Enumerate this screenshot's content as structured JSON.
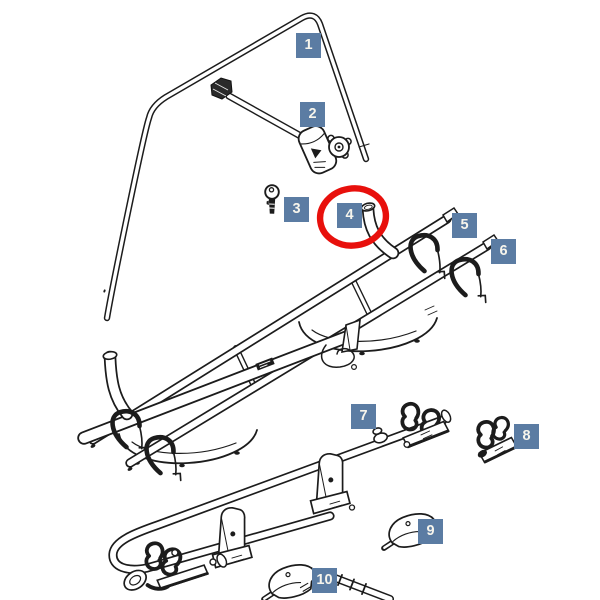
{
  "diagram": {
    "background_color": "#ffffff",
    "line_color": "#1c1c1c",
    "callout_bg_color": "#5b7ca3",
    "callout_text_color": "#f7f5ec",
    "highlight": {
      "part_number": "4",
      "shape": "ellipse",
      "color": "#e8100c"
    }
  },
  "labels": [
    {
      "number": "1"
    },
    {
      "number": "2"
    },
    {
      "number": "3"
    },
    {
      "number": "4"
    },
    {
      "number": "5"
    },
    {
      "number": "6"
    },
    {
      "number": "7"
    },
    {
      "number": "8"
    },
    {
      "number": "9"
    },
    {
      "number": "10"
    }
  ]
}
